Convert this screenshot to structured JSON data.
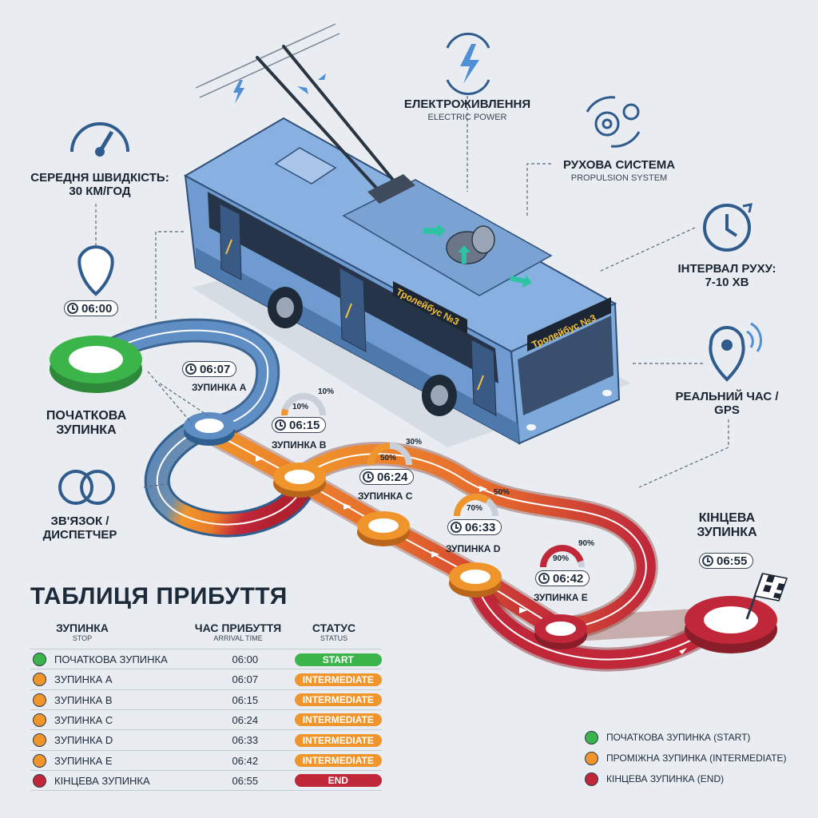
{
  "colors": {
    "start": "#3bb54a",
    "intermediate": "#f0952b",
    "end": "#c0283a",
    "route_blue": "#5b86b8",
    "bus_body": "#6f9bd1",
    "bus_dark": "#2f4e78",
    "accent_yellow": "#f3c23a"
  },
  "bus": {
    "sign_side": "Тролейбус №3",
    "sign_front": "Тролейбус №3"
  },
  "features": {
    "power": {
      "title": "Електроживлення",
      "subtitle": "Electric Power",
      "icon": "lightning-icon"
    },
    "propulsion": {
      "title": "Рухова система",
      "subtitle": "Propulsion System",
      "icon": "gears-icon"
    },
    "speed": {
      "title": "Середня швидкість: 30 км/год",
      "icon": "speedometer-icon"
    },
    "interval": {
      "title": "Інтервал руху: 7-10 хв",
      "icon": "clock-refresh-icon"
    },
    "gps": {
      "title": "Реальний час / GPS",
      "icon": "location-pin-icon"
    },
    "comm": {
      "title": "Зв'язок / Диспетчер",
      "icon": "rings-icon"
    }
  },
  "route_labels": {
    "start": "Початкова зупинка",
    "end": "Кінцева зупинка"
  },
  "route_stops": [
    {
      "key": "start",
      "time": "06:00"
    },
    {
      "key": "a",
      "name": "Зупинка A",
      "time": "06:07"
    },
    {
      "key": "b",
      "name": "Зупинка B",
      "time": "06:15",
      "gauge_in": "10%",
      "gauge_out": "10%",
      "level": 0.1
    },
    {
      "key": "c",
      "name": "Зупинка C",
      "time": "06:24",
      "gauge_in": "50%",
      "gauge_out": "30%",
      "level": 0.5
    },
    {
      "key": "d",
      "name": "Зупинка D",
      "time": "06:33",
      "gauge_in": "70%",
      "gauge_out": "50%",
      "level": 0.7
    },
    {
      "key": "e",
      "name": "Зупинка E",
      "time": "06:42",
      "gauge_in": "90%",
      "gauge_out": "90%",
      "level": 0.9
    },
    {
      "key": "end",
      "time": "06:55"
    }
  ],
  "table": {
    "title": "Таблиця прибуття",
    "headers": [
      {
        "label": "Зупинка",
        "sub": "Stop"
      },
      {
        "label": "Час прибуття",
        "sub": "Arrival Time"
      },
      {
        "label": "Статус",
        "sub": "Status"
      }
    ],
    "rows": [
      {
        "stop": "Початкова зупинка",
        "time": "06:00",
        "status": "START",
        "color": "#3bb54a"
      },
      {
        "stop": "Зупинка A",
        "time": "06:07",
        "status": "INTERMEDIATE",
        "color": "#f0952b"
      },
      {
        "stop": "Зупинка B",
        "time": "06:15",
        "status": "INTERMEDIATE",
        "color": "#f0952b"
      },
      {
        "stop": "Зупинка C",
        "time": "06:24",
        "status": "INTERMEDIATE",
        "color": "#f0952b"
      },
      {
        "stop": "Зупинка D",
        "time": "06:33",
        "status": "INTERMEDIATE",
        "color": "#f0952b"
      },
      {
        "stop": "Зупинка E",
        "time": "06:42",
        "status": "INTERMEDIATE",
        "color": "#f0952b"
      },
      {
        "stop": "Кінцева зупинка",
        "time": "06:55",
        "status": "END",
        "color": "#c0283a"
      }
    ]
  },
  "legend": [
    {
      "label": "Початкова зупинка (Start)",
      "color": "#3bb54a"
    },
    {
      "label": "Проміжна зупинка (Intermediate)",
      "color": "#f0952b"
    },
    {
      "label": "Кінцева зупинка (End)",
      "color": "#c0283a"
    }
  ]
}
